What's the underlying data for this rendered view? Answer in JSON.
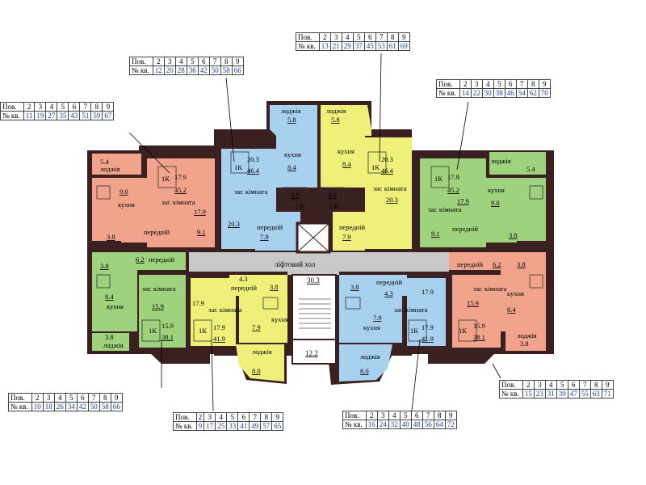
{
  "tables": {
    "t1": {
      "header_label": "Пов.",
      "number_label": "№ кв.",
      "floors": [
        "2",
        "3",
        "4",
        "5",
        "6",
        "7",
        "8",
        "9"
      ],
      "apts": [
        "11",
        "19",
        "27",
        "35",
        "43",
        "51",
        "59",
        "67"
      ]
    },
    "t2": {
      "header_label": "Пов.",
      "number_label": "№ кв.",
      "floors": [
        "2",
        "3",
        "4",
        "5",
        "6",
        "7",
        "8",
        "9"
      ],
      "apts": [
        "12",
        "20",
        "28",
        "36",
        "42",
        "50",
        "58",
        "66"
      ]
    },
    "t3": {
      "header_label": "Пов.",
      "number_label": "№ кв.",
      "floors": [
        "2",
        "3",
        "4",
        "5",
        "6",
        "7",
        "8",
        "9"
      ],
      "apts": [
        "13",
        "21",
        "29",
        "37",
        "45",
        "53",
        "61",
        "69"
      ]
    },
    "t4": {
      "header_label": "Пов.",
      "number_label": "№ кв.",
      "floors": [
        "2",
        "3",
        "4",
        "5",
        "6",
        "7",
        "8",
        "9"
      ],
      "apts": [
        "14",
        "22",
        "30",
        "38",
        "46",
        "54",
        "62",
        "70"
      ]
    },
    "t5": {
      "header_label": "Пов.",
      "number_label": "№ кв.",
      "floors": [
        "2",
        "3",
        "4",
        "5",
        "6",
        "7",
        "8",
        "9"
      ],
      "apts": [
        "10",
        "18",
        "26",
        "34",
        "42",
        "50",
        "58",
        "66"
      ]
    },
    "t6": {
      "header_label": "Пов.",
      "number_label": "№ кв.",
      "floors": [
        "2",
        "3",
        "4",
        "5",
        "6",
        "7",
        "8",
        "9"
      ],
      "apts": [
        "9",
        "17",
        "25",
        "33",
        "41",
        "49",
        "57",
        "65"
      ]
    },
    "t7": {
      "header_label": "Пов.",
      "number_label": "№ кв.",
      "floors": [
        "2",
        "3",
        "4",
        "5",
        "6",
        "7",
        "8",
        "9"
      ],
      "apts": [
        "16",
        "24",
        "32",
        "40",
        "48",
        "56",
        "64",
        "72"
      ]
    },
    "t8": {
      "header_label": "Пов.",
      "number_label": "№ кв.",
      "floors": [
        "2",
        "3",
        "4",
        "5",
        "6",
        "7",
        "8",
        "9"
      ],
      "apts": [
        "15",
        "23",
        "31",
        "39",
        "47",
        "55",
        "63",
        "71"
      ]
    }
  },
  "apartments": {
    "a11": {
      "type": "1К",
      "living": "17.9",
      "total": "45.2",
      "room": "заг. кімната",
      "room_area": "17.9",
      "kitchen": "кухня",
      "kitchen_area": "9.0",
      "loggia": "лоджія",
      "loggia_area": "5.4",
      "hall": "передній",
      "hall_area": "9.1",
      "bath": "3.8"
    },
    "a12": {
      "type": "1К",
      "living": "20.3",
      "total": "46.4",
      "room": "заг. кімната",
      "room_area": "20.3",
      "kitchen": "кухня",
      "kitchen_area": "8.4",
      "loggia": "лоджія",
      "loggia_area": "5.8",
      "hall": "передній",
      "hall_area": "7.9",
      "bath": "4.0",
      "wc": "СВ"
    },
    "a13": {
      "type": "1К",
      "living": "20.3",
      "total": "46.4",
      "room": "заг. кімната",
      "room_area": "20.3",
      "kitchen": "кухня",
      "kitchen_area": "8.4",
      "loggia": "лоджія",
      "loggia_area": "5.8",
      "hall": "передній",
      "hall_area": "7.9",
      "bath": "4.0",
      "wc": "СВ"
    },
    "a14": {
      "type": "1К",
      "living": "17.9",
      "total": "45.2",
      "room": "заг. кімната",
      "room_area": "17.9",
      "kitchen": "кухня",
      "kitchen_area": "9.0",
      "loggia": "лоджія",
      "loggia_area": "5.4",
      "hall": "передній",
      "hall_area": "9.1",
      "bath": "3.8"
    },
    "a10": {
      "type": "1К",
      "living": "15.9",
      "total": "38.1",
      "room": "заг. кімната",
      "room_area": "15.9",
      "kitchen": "кухня",
      "kitchen_area": "8.4",
      "loggia": "лоджія",
      "loggia_area": "3.8",
      "hall": "передній",
      "hall_area": "6.2",
      "bath": "3.8"
    },
    "a9": {
      "type": "1К",
      "living": "17.9",
      "total": "41.9",
      "room": "заг. кімната",
      "room_area": "17.9",
      "kitchen": "кухня",
      "kitchen_area": "7.9",
      "loggia": "лоджія",
      "loggia_area": "8.0",
      "hall": "передній",
      "hall_area": "4.3",
      "bath": "3.8"
    },
    "a16": {
      "type": "1К",
      "living": "17.9",
      "total": "41.9",
      "room": "заг. кімната",
      "room_area": "17.9",
      "kitchen": "кухня",
      "kitchen_area": "7.9",
      "loggia": "лоджія",
      "loggia_area": "8.0",
      "hall": "передній",
      "hall_area": "4.3",
      "bath": "3.8"
    },
    "a15": {
      "type": "1К",
      "living": "15.9",
      "total": "38.1",
      "room": "заг. кімната",
      "room_area": "15.9",
      "kitchen": "кухня",
      "kitchen_area": "8.4",
      "loggia": "лоджія",
      "loggia_area": "3.8",
      "hall": "передній",
      "hall_area": "6.2",
      "bath": "3.8"
    }
  },
  "common": {
    "hall_label": "ліфтовий хол",
    "stair_area": "30.3",
    "lift_area": "12.2"
  },
  "colors": {
    "blue": "#a8d0ef",
    "yellow": "#eef07a",
    "pink": "#f2a38c",
    "green": "#9ed27d",
    "corridor": "#c9c9c9",
    "wall": "#3a2020",
    "table_text": "#1f3c9c"
  }
}
